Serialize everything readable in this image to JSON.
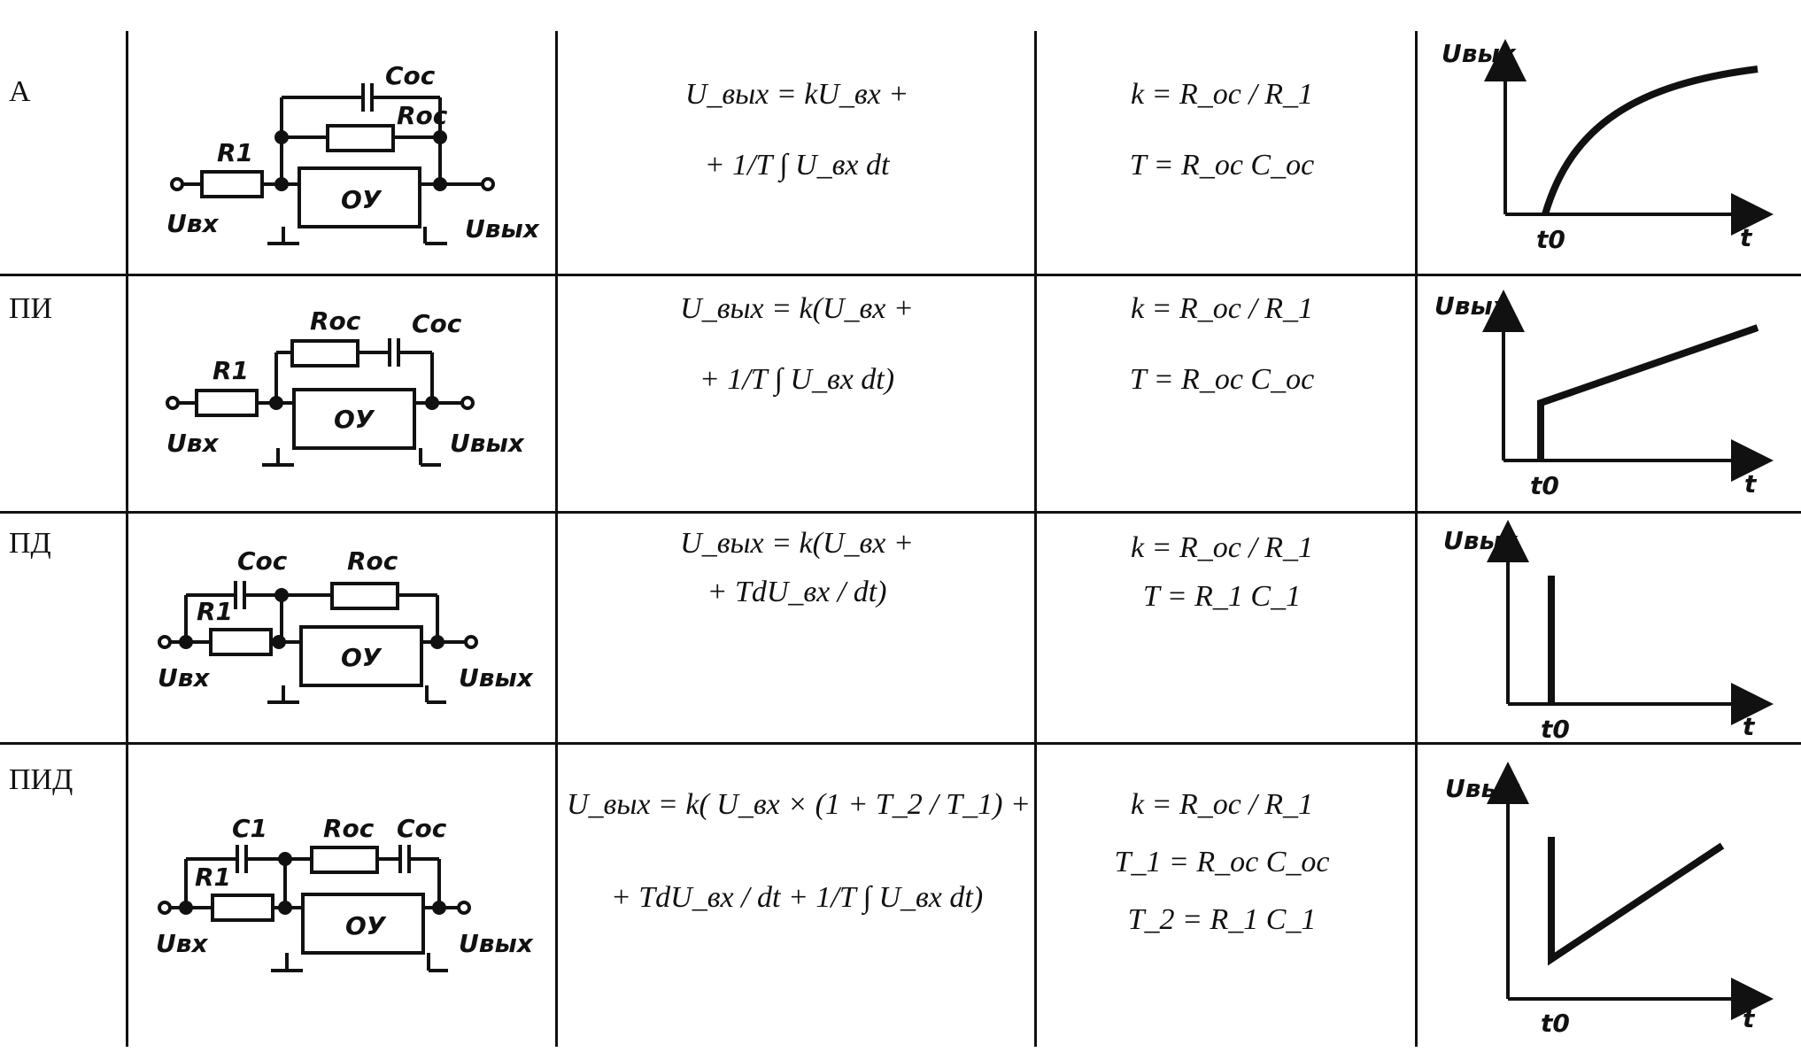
{
  "rows": [
    {
      "name": "А",
      "formula": [
        "U_вых = kU_вх +",
        "+ 1/T ∫ U_вх dt"
      ],
      "coeffs": [
        "k = R_ос / R_1",
        "T = R_ос C_ос"
      ],
      "circuit_labels": {
        "c": "Cос",
        "r": "Rос",
        "r1": "R1",
        "amp": "ОУ",
        "in": "Uвх",
        "out": "Uвых"
      },
      "graph_labels": {
        "y": "Uвых",
        "x": "t",
        "t0": "t0"
      }
    },
    {
      "name": "ПИ",
      "formula": [
        "U_вых = k(U_вх +",
        "+ 1/T ∫ U_вх dt)"
      ],
      "coeffs": [
        "k = R_ос / R_1",
        "T = R_ос C_ос"
      ],
      "circuit_labels": {
        "c": "Cос",
        "r": "Rос",
        "r1": "R1",
        "amp": "ОУ",
        "in": "Uвх",
        "out": "Uвых"
      },
      "graph_labels": {
        "y": "Uвых",
        "x": "t",
        "t0": "t0"
      }
    },
    {
      "name": "ПД",
      "formula": [
        "U_вых = k(U_вх +",
        "+ TdU_вх / dt)"
      ],
      "coeffs": [
        "k = R_ос / R_1",
        "T = R_1 C_1"
      ],
      "circuit_labels": {
        "c": "Cос",
        "r": "Rос",
        "r1": "R1",
        "amp": "ОУ",
        "in": "Uвх",
        "out": "Uвых"
      },
      "graph_labels": {
        "y": "Uвых",
        "x": "t",
        "t0": "t0"
      }
    },
    {
      "name": "ПИД",
      "formula": [
        "U_вых = k( U_вх × (1 + T_2 / T_1) +",
        "+ TdU_вх / dt + 1/T ∫ U_вх dt)"
      ],
      "coeffs": [
        "k = R_ос / R_1",
        "T_1 = R_ос C_ос",
        "T_2 = R_1 C_1"
      ],
      "circuit_labels": {
        "c1": "C1",
        "c": "Cос",
        "r": "Rос",
        "r1": "R1",
        "amp": "ОУ",
        "in": "Uвх",
        "out": "Uвых"
      },
      "graph_labels": {
        "y": "Uвых",
        "x": "t",
        "t0": "t0"
      }
    }
  ]
}
